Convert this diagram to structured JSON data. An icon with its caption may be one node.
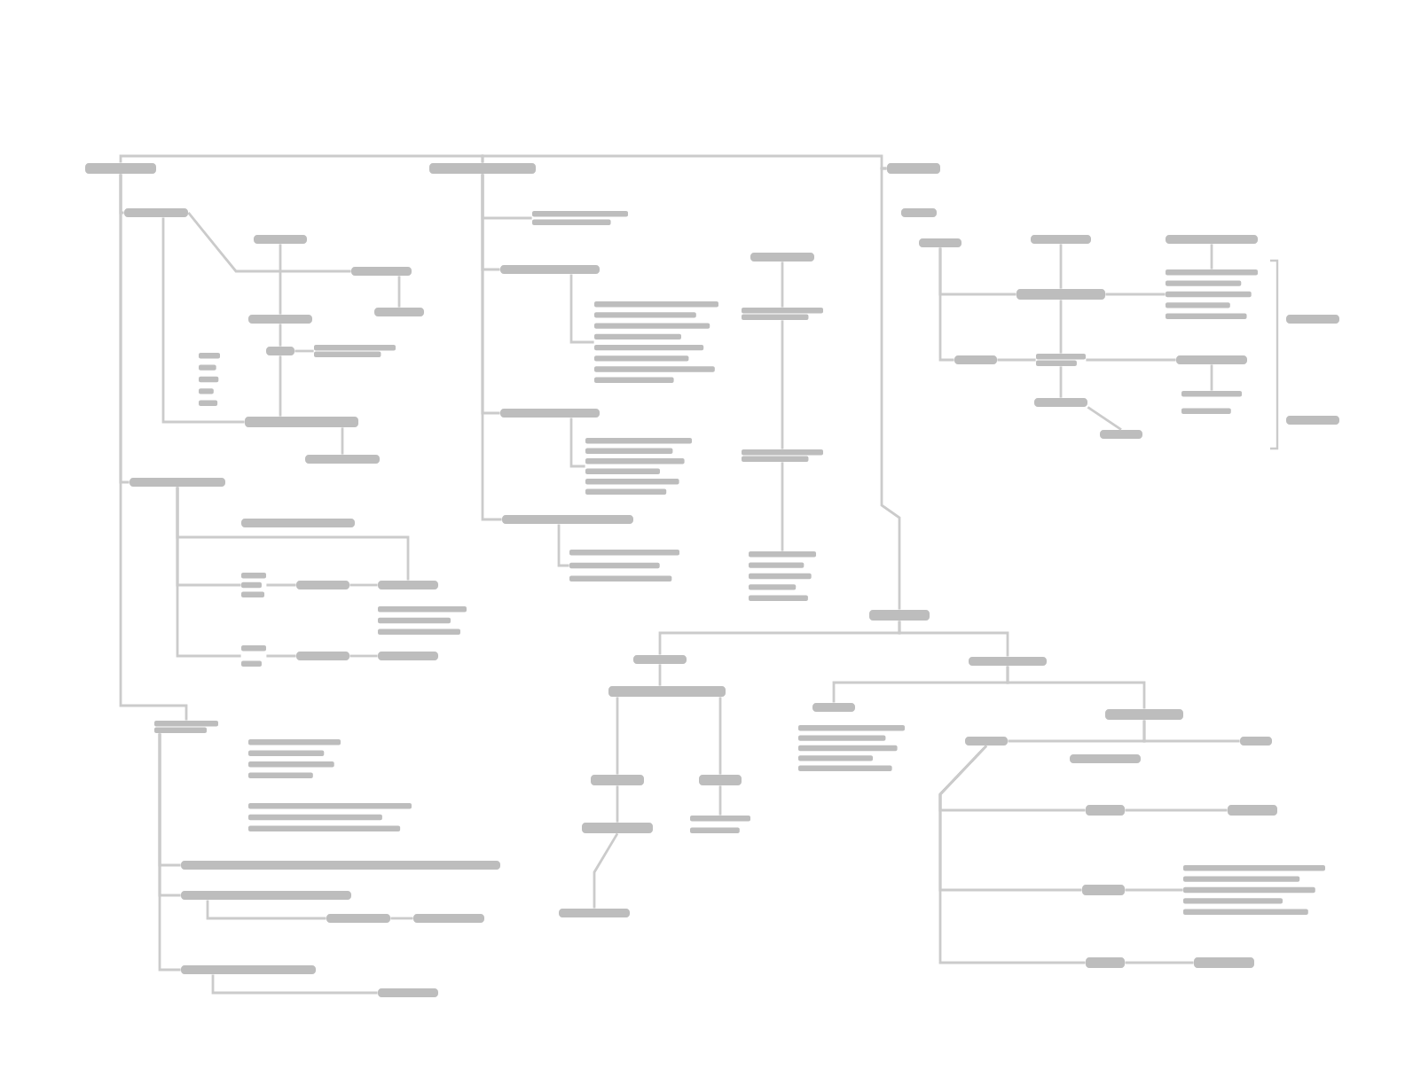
{
  "diagram": {
    "nodes": [
      {
        "text": [],
        "shape": "bar"
      },
      {
        "text": [],
        "shape": "bar"
      },
      {
        "text": [],
        "shape": "bar"
      },
      {
        "text": [],
        "shape": "bar"
      },
      {
        "text": [],
        "shape": "bar"
      },
      {
        "text": [],
        "shape": "bar"
      },
      {
        "text": [],
        "shape": "bar"
      },
      {
        "text": [],
        "shape": "bar"
      },
      {
        "text": [],
        "shape": "bar"
      },
      {
        "text": [],
        "shape": "bar"
      },
      {
        "text": [],
        "shape": "bar"
      },
      {
        "text": [],
        "shape": "bar"
      },
      {
        "text": [],
        "shape": "bar"
      },
      {
        "text": [],
        "shape": "bar"
      },
      {
        "text": [],
        "shape": "bar"
      },
      {
        "text": [],
        "shape": "bar"
      },
      {
        "text": [],
        "shape": "bar"
      },
      {
        "text": [],
        "shape": "bar"
      },
      {
        "text": [],
        "shape": "bar"
      },
      {
        "text": [],
        "shape": "bar"
      },
      {
        "text": [],
        "shape": "bar"
      },
      {
        "text": [],
        "shape": "bar"
      },
      {
        "text": [],
        "shape": "bar"
      },
      {
        "text": [],
        "shape": "bar"
      },
      {
        "text": [],
        "shape": "bar"
      },
      {
        "text": [],
        "shape": "bar"
      },
      {
        "text": [],
        "shape": "bar"
      },
      {
        "text": [],
        "shape": "bar"
      },
      {
        "text": [],
        "shape": "bar"
      },
      {
        "text": [],
        "shape": "bar"
      },
      {
        "text": [],
        "shape": "bar"
      },
      {
        "text": [],
        "shape": "bar"
      },
      {
        "text": [],
        "shape": "bar"
      },
      {
        "text": [],
        "shape": "bar"
      },
      {
        "text": [],
        "shape": "bar"
      },
      {
        "text": [],
        "shape": "bar"
      },
      {
        "text": [],
        "shape": "bar"
      },
      {
        "text": [],
        "shape": "bar"
      },
      {
        "text": [],
        "shape": "bar"
      },
      {
        "text": [],
        "shape": "bar"
      },
      {
        "text": [],
        "shape": "bar"
      },
      {
        "text": [],
        "shape": "bar"
      },
      {
        "text": [],
        "shape": "bar"
      },
      {
        "text": [],
        "shape": "bar"
      },
      {
        "text": [],
        "shape": "bar"
      },
      {
        "text": [],
        "shape": "bar"
      },
      {
        "text": [],
        "shape": "bar"
      },
      {
        "text": [],
        "shape": "bar"
      },
      {
        "text": [],
        "shape": "bar"
      },
      {
        "text": [],
        "shape": "bar"
      },
      {
        "text": [],
        "shape": "bar"
      },
      {
        "text": [],
        "shape": "bar"
      },
      {
        "text": [],
        "shape": "bar"
      },
      {
        "text": [],
        "shape": "bar"
      },
      {
        "text": [],
        "shape": "bar"
      },
      {
        "text": [],
        "shape": "bar"
      },
      {
        "text": [],
        "shape": "bar"
      },
      {
        "text": [],
        "shape": "bar"
      },
      {
        "text": [],
        "shape": "bar"
      },
      {
        "text": [],
        "shape": "bar"
      },
      {
        "text": [],
        "shape": "bar"
      },
      {
        "text": [],
        "shape": "bar"
      },
      {
        "text": [],
        "shape": "bar"
      },
      {
        "text": [],
        "shape": "bar"
      },
      {
        "text": [],
        "shape": "bar"
      },
      {
        "text": [],
        "shape": "bar"
      },
      {
        "text": [],
        "shape": "bar"
      },
      {
        "text": [],
        "shape": "bar"
      },
      {
        "text": [],
        "shape": "bar"
      },
      {
        "text": [],
        "shape": "bar"
      },
      {
        "text": [],
        "shape": "bar"
      },
      {
        "text": [],
        "shape": "bar"
      },
      {
        "text": [],
        "shape": "bar"
      },
      {
        "text": [],
        "shape": "bar"
      },
      {
        "text": [],
        "shape": "bar"
      },
      {
        "text": [],
        "shape": "bar"
      },
      {
        "text": [],
        "shape": "bar"
      }
    ],
    "edges": [
      {
        "from": 0,
        "to": 1,
        "arrow": "none"
      },
      {
        "from": 1,
        "to": 2,
        "arrow": "none"
      },
      {
        "from": 0,
        "to": 3,
        "arrow": "none"
      },
      {
        "from": 0,
        "to": 13,
        "arrow": "none"
      },
      {
        "from": 0,
        "to": 22,
        "arrow": "none"
      },
      {
        "from": 3,
        "to": 5,
        "arrow": "none"
      },
      {
        "from": 4,
        "to": 7,
        "arrow": "none"
      },
      {
        "from": 5,
        "to": 6,
        "arrow": "none"
      },
      {
        "from": 7,
        "to": 8,
        "arrow": "none"
      },
      {
        "from": 8,
        "to": 9,
        "arrow": "none"
      },
      {
        "from": 8,
        "to": 11,
        "arrow": "none"
      },
      {
        "from": 3,
        "to": 11,
        "arrow": "none"
      },
      {
        "from": 11,
        "to": 12,
        "arrow": "none"
      },
      {
        "from": 13,
        "to": 17,
        "arrow": "none"
      },
      {
        "from": 13,
        "to": 15,
        "arrow": "none"
      },
      {
        "from": 13,
        "to": 19,
        "arrow": "none"
      },
      {
        "from": 15,
        "to": 16,
        "arrow": "none"
      },
      {
        "from": 16,
        "to": 17,
        "arrow": "none"
      },
      {
        "from": 19,
        "to": 20,
        "arrow": "none"
      },
      {
        "from": 20,
        "to": 21,
        "arrow": "none"
      },
      {
        "from": 22,
        "to": 25,
        "arrow": "none"
      },
      {
        "from": 22,
        "to": 26,
        "arrow": "none"
      },
      {
        "from": 22,
        "to": 29,
        "arrow": "none"
      },
      {
        "from": 26,
        "to": 27,
        "arrow": "none"
      },
      {
        "from": 27,
        "to": 28,
        "arrow": "none"
      },
      {
        "from": 29,
        "to": 30,
        "arrow": "none"
      },
      {
        "from": 1,
        "to": 31,
        "arrow": "none"
      },
      {
        "from": 1,
        "to": 32,
        "arrow": "none"
      },
      {
        "from": 32,
        "to": 33,
        "arrow": "none"
      },
      {
        "from": 1,
        "to": 34,
        "arrow": "none"
      },
      {
        "from": 34,
        "to": 35,
        "arrow": "none"
      },
      {
        "from": 1,
        "to": 36,
        "arrow": "none"
      },
      {
        "from": 36,
        "to": 37,
        "arrow": "none"
      },
      {
        "from": 38,
        "to": 39,
        "arrow": "none"
      },
      {
        "from": 39,
        "to": 40,
        "arrow": "none"
      },
      {
        "from": 40,
        "to": 41,
        "arrow": "none"
      },
      {
        "from": 2,
        "to": 56,
        "arrow": "none"
      },
      {
        "from": 43,
        "to": 45,
        "arrow": "none"
      },
      {
        "from": 43,
        "to": 48,
        "arrow": "none"
      },
      {
        "from": 44,
        "to": 45,
        "arrow": "none"
      },
      {
        "from": 45,
        "to": 47,
        "arrow": "none"
      },
      {
        "from": 46,
        "to": 47,
        "arrow": "none"
      },
      {
        "from": 48,
        "to": 49,
        "arrow": "none"
      },
      {
        "from": 49,
        "to": 50,
        "arrow": "none"
      },
      {
        "from": 45,
        "to": 49,
        "arrow": "none"
      },
      {
        "from": 49,
        "to": 51,
        "arrow": "none"
      },
      {
        "from": 51,
        "to": 52,
        "arrow": "none"
      },
      {
        "from": 50,
        "to": 53,
        "arrow": "none"
      },
      {
        "from": 56,
        "to": 57,
        "arrow": "none"
      },
      {
        "from": 56,
        "to": 64,
        "arrow": "none"
      },
      {
        "from": 57,
        "to": 58,
        "arrow": "none"
      },
      {
        "from": 58,
        "to": 59,
        "arrow": "none"
      },
      {
        "from": 58,
        "to": 60,
        "arrow": "none"
      },
      {
        "from": 59,
        "to": 61,
        "arrow": "none"
      },
      {
        "from": 60,
        "to": 62,
        "arrow": "none"
      },
      {
        "from": 61,
        "to": 63,
        "arrow": "none"
      },
      {
        "from": 64,
        "to": 65,
        "arrow": "none"
      },
      {
        "from": 64,
        "to": 67,
        "arrow": "none"
      },
      {
        "from": 67,
        "to": 68,
        "arrow": "none"
      },
      {
        "from": 67,
        "to": 70,
        "arrow": "none"
      },
      {
        "from": 68,
        "to": 71,
        "arrow": "none"
      },
      {
        "from": 68,
        "to": 73,
        "arrow": "none"
      },
      {
        "from": 68,
        "to": 75,
        "arrow": "none"
      },
      {
        "from": 71,
        "to": 72,
        "arrow": "none"
      },
      {
        "from": 73,
        "to": 74,
        "arrow": "none"
      },
      {
        "from": 75,
        "to": 76,
        "arrow": "none"
      }
    ]
  }
}
